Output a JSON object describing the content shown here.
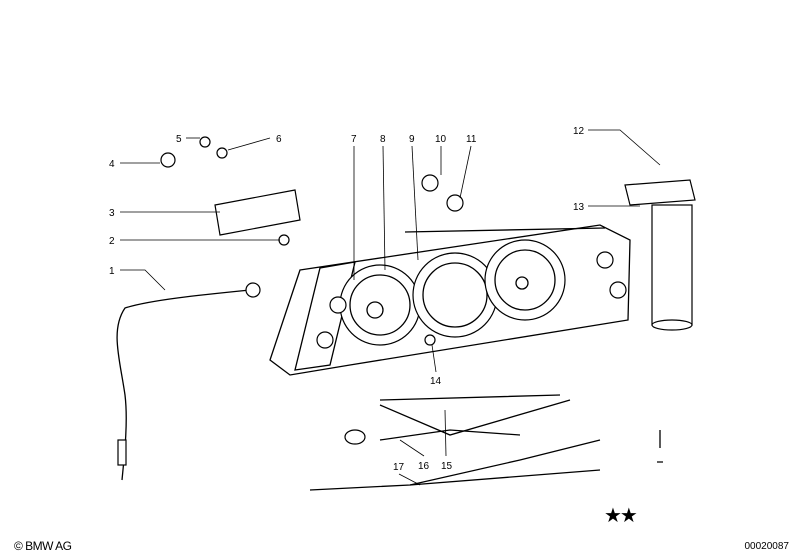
{
  "diagram": {
    "callouts": [
      "1",
      "2",
      "3",
      "4",
      "5",
      "6",
      "7",
      "8",
      "9",
      "10",
      "11",
      "12",
      "13",
      "14",
      "15",
      "16",
      "17"
    ],
    "stars": "★★",
    "copyright": "© BMW AG",
    "diagram_number": "00020087"
  }
}
